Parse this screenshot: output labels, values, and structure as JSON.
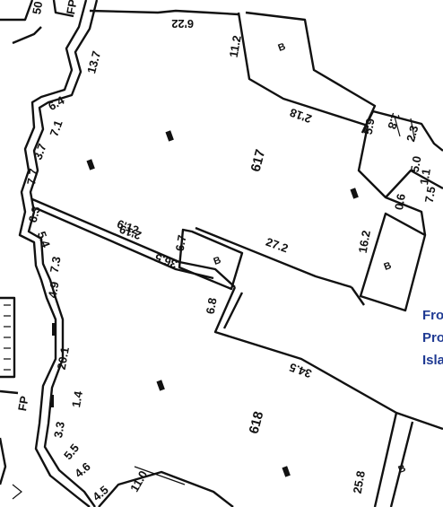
{
  "rooms": [
    {
      "id": "617",
      "label": "617"
    },
    {
      "id": "618",
      "label": "618"
    }
  ],
  "dimensions": [
    "50",
    "FP",
    "6'22",
    "11.2",
    "13.7",
    "6.4",
    "2'18",
    "5.9",
    "1.8",
    "2.3",
    "7.1",
    "3.7",
    "5.0",
    "1.1",
    "7.5",
    "7.7",
    "0.6",
    "6.3",
    "6'12",
    "2'19",
    "6.7",
    "16.2",
    "5.4",
    "36.5",
    "27.2",
    "7.3",
    "4.9",
    "6.8",
    "20.1",
    "34.5",
    "1.4",
    "FP",
    "3.3",
    "5.5",
    "4.6",
    "11.0",
    "25.8",
    "4.5"
  ],
  "fixture_label": "B",
  "caption": {
    "lines": [
      "Fro",
      "Pro",
      "Isla"
    ]
  }
}
